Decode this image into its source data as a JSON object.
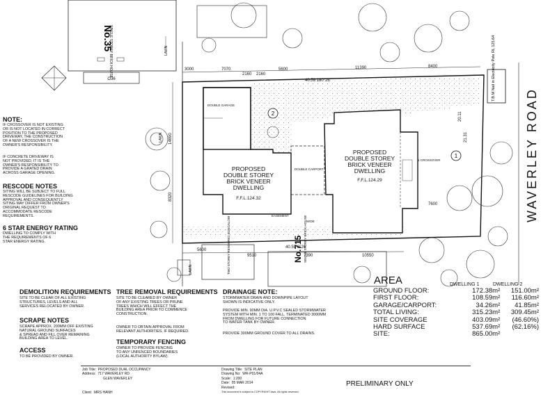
{
  "street": {
    "name": "WAVERLEY ROAD"
  },
  "neighbours": {
    "north_no": "No.35",
    "north_desc": "SINGLE STOREY BRICK HOUSE",
    "south_no": "No.715",
    "south_desc": "SINGLE STOREY BRICK HOUSE",
    "rear_desc": "TWO STOREY RENDERED BUNGALOW"
  },
  "lot": {
    "top_bearing": "40.59  180°26'",
    "bottom_bearing": "40.59  0°26'",
    "top_dims": [
      "3000",
      "7070",
      "2160",
      "2160",
      "5600",
      "11390",
      "8400"
    ],
    "bottom_dims": [
      "5600",
      "9510",
      "7390",
      "10550",
      "7600"
    ],
    "left_dims": [
      "14690",
      "8320"
    ],
    "front_dims": [
      "20.11",
      "21.31"
    ]
  },
  "dwellings": [
    {
      "title": "PROPOSED DOUBLE STOREY BRICK VENEER DWELLING",
      "ffl": "F.F.L.124.29",
      "num": "1"
    },
    {
      "title": "PROPOSED DOUBLE STOREY BRICK VENEER DWELLING",
      "ffl": "F.F.L.124.32",
      "num": "2"
    }
  ],
  "plan_labels": {
    "double_garage": "DOUBLE GARAGE",
    "double_carport": "DOUBLE CARPORT",
    "easement": "EASEMENT",
    "wide": "WIDE",
    "lawn": "LAWN",
    "tbm": "T.B.M Nail in Electricity Pole RL 125.64",
    "crossover": "1 CROSSOVER"
  },
  "notes": {
    "note_title": "NOTE:",
    "note_lines": [
      "IF CROSSOVER IS NOT EXISTING",
      "OR IS NOT LOCATED IN CORRECT",
      "POSITION TO THE PROPOSED",
      "DRIVEWAY, THE CONSTRUCTION",
      "OF A NEW CROSSOVER IS THE",
      "OWNER'S RESPONSIBILITY."
    ],
    "concrete_lines": [
      "IF CONCRETE DRIVEWAY IS",
      "NOT PROVIDED, IT IS THE",
      "OWNER'S RESPONSIBILITY TO",
      "PROVIDE A GRATED DRAIN",
      "ACROSS GARAGE OPENING."
    ],
    "rescode_title": "RESCODE NOTES",
    "rescode_lines": [
      "SITING WILL BE SUBJECT TO FULL",
      "RESCODE GUIDELINES FOR BUILDING",
      "APPROVAL AND CONSEQUENTLY",
      "SITING MAY DIFFER FROM OWNER'S",
      "ORIGINAL REQUEST TO",
      "ACCOMMODATE RESCODE",
      "REQUIREMENTS."
    ],
    "energy_title": "6 STAR ENERGY RATING",
    "energy_lines": [
      "DWELLING TO COMPLY WITH",
      "THE REQUIREMENTS OF 6",
      "STAR ENERGY RATING."
    ],
    "demolition_title": "DEMOLITION REQUIREMENTS",
    "demolition_lines": [
      "SITE TO BE CLEAR OF ALL EXISTING",
      "STRUCTURES, LEVELS AND ALL",
      "SERVICES RELOCATED BY OWNER."
    ],
    "scrape_title": "SCRAPE NOTES",
    "scrape_lines": [
      "SCRAPE APPROX. 200MM OFF EXISTING",
      "NATURAL GROUND SURFACES",
      "& SPREAD AND FILL OVER REMAINING",
      "BUILDING AREA TO LEVEL."
    ],
    "access_title": "ACCESS",
    "access_lines": [
      "TO BE PROVIDED BY OWNER."
    ],
    "tree_title": "TREE REMOVAL REQUIREMENTS",
    "tree_lines": [
      "SITE TO BE CLEARED BY OWNER",
      "OF ANY EXISTING TREES OR PRUNE",
      "TREES WHICH WILL EFFECT THE",
      "BUILDING AREA PRIOR TO COMMENCE",
      "CONSTRUCTION."
    ],
    "tree_lines2": [
      "OWNER TO OBTAIN APPROVAL FROM",
      "RELEVANT AUTHORITIES, IF REQUIRED."
    ],
    "fencing_title": "TEMPORARY FENCING",
    "fencing_lines": [
      "OWNER TO PROVIDE FENCING",
      "TO ANY UNFENCED BOUNDARIES",
      "(LOCAL AUTHORITY BYLAW)."
    ],
    "drainage_title": "DRAINAGE NOTE:",
    "drainage_lines": [
      "STORMWATER DRAIN AND DOWNPIPE LAYOUT",
      "SHOWN IS INDICATIVE ONLY."
    ],
    "drainage_lines2": [
      "PROVIDE MIN. 90MM DIA. U.P.V.C SEALED STORMWATER",
      "SYSTEM WITH MIN. 1 TO 100 FALL, TERMINATED 3000MM",
      "FROM DWELLING FOR FUTURE CONNECTION",
      "TO WATER TANK BY OWNER."
    ],
    "drainage_lines3": [
      "PROVIDE 300MM GROUND COVER TO ALL DRAINS."
    ]
  },
  "area": {
    "title": "AREA",
    "headers": [
      "DWELLING 1",
      "DWELLING 2"
    ],
    "rows": [
      {
        "label": "GROUND FLOOR:",
        "d1": "172.38m²",
        "d2": "151.00m²"
      },
      {
        "label": "FIRST FLOOR:",
        "d1": "108.59m²",
        "d2": "116.60m²"
      },
      {
        "label": "GARAGE/CARPORT:",
        "d1": "34.26m²",
        "d2": "41.85m²"
      },
      {
        "label": "TOTAL LIVING:",
        "d1": "315.23m²",
        "d2": "309.45m²"
      }
    ],
    "site_rows": [
      {
        "label": "SITE COVERAGE",
        "d1": "403.09m²",
        "d2": "(46.60%)"
      },
      {
        "label": "HARD SURFACE",
        "d1": "537.69m²",
        "d2": "(62.16%)"
      },
      {
        "label": "SITE:",
        "d1": "865.00m²",
        "d2": ""
      }
    ]
  },
  "title_block": {
    "job_title_label": "Job Title:",
    "job_title": "PROPOSED DUAL OCCUPANCY",
    "address_label": "Address:",
    "address_1": "717 WAVERLEY RD",
    "address_2": "GLEN WAVERLEY",
    "client_label": "Client:",
    "client": "MRS HANH",
    "drawing_title_label": "Drawing Title:",
    "drawing_title": "SITE PLAN",
    "drawing_no_label": "Drawing No:",
    "drawing_no": "WR-P01/04A",
    "scale_label": "Scale:",
    "scale": "1:200",
    "date_label": "Date:",
    "date": "05 MAR 2014",
    "revised_label": "Revised:",
    "copyright": "This document is subject to COPYRIGHT laws. All rights reserved.",
    "status": "PRELIMINARY ONLY"
  }
}
